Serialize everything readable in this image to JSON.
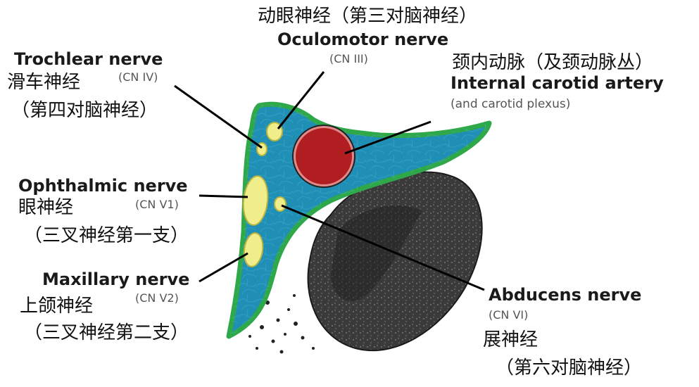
{
  "labels": {
    "oculomotor": {
      "zh": "动眼神经（第三对脑神经）",
      "en": "Oculomotor nerve",
      "cn": "(CN III)"
    },
    "trochlear": {
      "en": "Trochlear nerve",
      "zh": "滑车神经",
      "cn": "(CN IV)",
      "zh2": "（第四对脑神经）"
    },
    "carotid": {
      "zh": "颈内动脉（及颈动脉丛）",
      "en": "Internal carotid artery",
      "note": "(and carotid plexus)"
    },
    "ophthalmic": {
      "en": "Ophthalmic nerve",
      "zh": "眼神经",
      "cn": "(CN V1)",
      "zh2": "（三叉神经第一支）"
    },
    "maxillary": {
      "en": "Maxillary nerve",
      "zh": "上颌神经",
      "cn": "(CN V2)",
      "zh2": "（三叉神经第二支）"
    },
    "abducens": {
      "en": "Abducens nerve",
      "cn": "(CN VI)",
      "zh": "展神经",
      "zh2": "（第六对脑神经）"
    }
  },
  "colors": {
    "sinus": "#1f8fb5",
    "dura": "#2fa84a",
    "nerve": "#f0ee8a",
    "artery": "#b01e22",
    "artery_ring": "#e08a8a",
    "leader": "#000000"
  }
}
